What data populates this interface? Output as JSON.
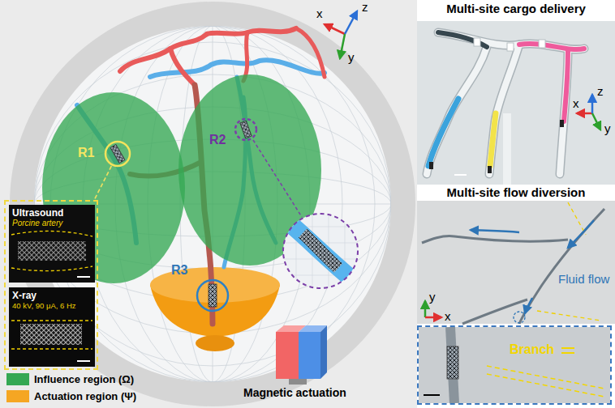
{
  "diagram": {
    "nodes": [
      {
        "text": [
          "R1"
        ]
      },
      {
        "text": [
          "R2"
        ]
      },
      {
        "text": [
          "R3"
        ]
      },
      {
        "text": []
      },
      {
        "text": [
          "Ultrasound",
          "Porcine artery"
        ],
        "in": 3
      },
      {
        "text": [
          "X-ray",
          "40 kV, 90 μA, 6 Hz"
        ],
        "in": 3
      },
      {
        "text": [
          "Multi-site cargo delivery"
        ]
      },
      {
        "text": [
          "Multi-site flow diversion"
        ]
      },
      {
        "text": [
          "Branch"
        ]
      }
    ],
    "edges": [
      {
        "from": 0,
        "to": 3,
        "arrow": "none"
      }
    ],
    "labels": [
      "x",
      "z",
      "y",
      "Magnetic actuation",
      "x",
      "z",
      "y",
      "y",
      "x",
      "Fluid flow"
    ],
    "legend": [
      {
        "text": "Influence region (Ω)",
        "color": "#34a853"
      },
      {
        "text": "Actuation region (Ψ)",
        "color": "#f5a623"
      }
    ]
  }
}
